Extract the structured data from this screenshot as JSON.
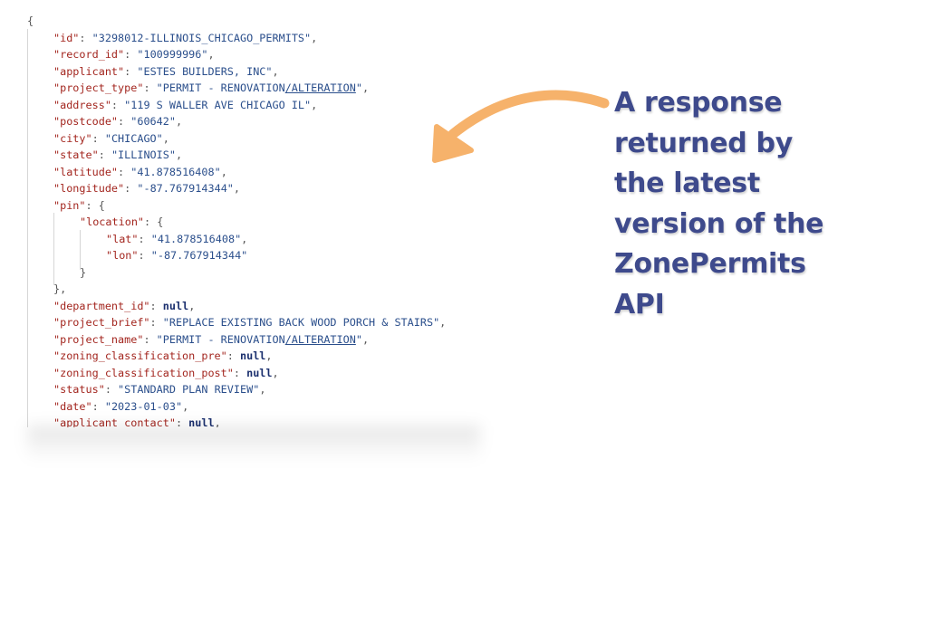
{
  "code_lines": [
    {
      "indent": 0,
      "parts": [
        {
          "t": "p",
          "v": "{"
        }
      ]
    },
    {
      "indent": 1,
      "parts": [
        {
          "t": "k",
          "v": "\"id\""
        },
        {
          "t": "p",
          "v": ": "
        },
        {
          "t": "s",
          "v": "\"3298012-ILLINOIS_CHICAGO_PERMITS\""
        },
        {
          "t": "p",
          "v": ","
        }
      ]
    },
    {
      "indent": 1,
      "parts": [
        {
          "t": "k",
          "v": "\"record_id\""
        },
        {
          "t": "p",
          "v": ": "
        },
        {
          "t": "s",
          "v": "\"100999996\""
        },
        {
          "t": "p",
          "v": ","
        }
      ]
    },
    {
      "indent": 1,
      "parts": [
        {
          "t": "k",
          "v": "\"applicant\""
        },
        {
          "t": "p",
          "v": ": "
        },
        {
          "t": "s",
          "v": "\"ESTES BUILDERS, INC\""
        },
        {
          "t": "p",
          "v": ","
        }
      ]
    },
    {
      "indent": 1,
      "parts": [
        {
          "t": "k",
          "v": "\"project_type\""
        },
        {
          "t": "p",
          "v": ": "
        },
        {
          "t": "s",
          "v": "\"PERMIT - RENOVATION"
        },
        {
          "t": "su",
          "v": "/ALTERATION"
        },
        {
          "t": "s",
          "v": "\""
        },
        {
          "t": "p",
          "v": ","
        }
      ]
    },
    {
      "indent": 1,
      "parts": [
        {
          "t": "k",
          "v": "\"address\""
        },
        {
          "t": "p",
          "v": ": "
        },
        {
          "t": "s",
          "v": "\"119 S WALLER AVE CHICAGO IL\""
        },
        {
          "t": "p",
          "v": ","
        }
      ]
    },
    {
      "indent": 1,
      "parts": [
        {
          "t": "k",
          "v": "\"postcode\""
        },
        {
          "t": "p",
          "v": ": "
        },
        {
          "t": "s",
          "v": "\"60642\""
        },
        {
          "t": "p",
          "v": ","
        }
      ]
    },
    {
      "indent": 1,
      "parts": [
        {
          "t": "k",
          "v": "\"city\""
        },
        {
          "t": "p",
          "v": ": "
        },
        {
          "t": "s",
          "v": "\"CHICAGO\""
        },
        {
          "t": "p",
          "v": ","
        }
      ]
    },
    {
      "indent": 1,
      "parts": [
        {
          "t": "k",
          "v": "\"state\""
        },
        {
          "t": "p",
          "v": ": "
        },
        {
          "t": "s",
          "v": "\"ILLINOIS\""
        },
        {
          "t": "p",
          "v": ","
        }
      ]
    },
    {
      "indent": 1,
      "parts": [
        {
          "t": "k",
          "v": "\"latitude\""
        },
        {
          "t": "p",
          "v": ": "
        },
        {
          "t": "s",
          "v": "\"41.878516408\""
        },
        {
          "t": "p",
          "v": ","
        }
      ]
    },
    {
      "indent": 1,
      "parts": [
        {
          "t": "k",
          "v": "\"longitude\""
        },
        {
          "t": "p",
          "v": ": "
        },
        {
          "t": "s",
          "v": "\"-87.767914344\""
        },
        {
          "t": "p",
          "v": ","
        }
      ]
    },
    {
      "indent": 1,
      "parts": [
        {
          "t": "k",
          "v": "\"pin\""
        },
        {
          "t": "p",
          "v": ": {"
        }
      ]
    },
    {
      "indent": 2,
      "parts": [
        {
          "t": "k",
          "v": "\"location\""
        },
        {
          "t": "p",
          "v": ": {"
        }
      ]
    },
    {
      "indent": 3,
      "parts": [
        {
          "t": "k",
          "v": "\"lat\""
        },
        {
          "t": "p",
          "v": ": "
        },
        {
          "t": "s",
          "v": "\"41.878516408\""
        },
        {
          "t": "p",
          "v": ","
        }
      ]
    },
    {
      "indent": 3,
      "parts": [
        {
          "t": "k",
          "v": "\"lon\""
        },
        {
          "t": "p",
          "v": ": "
        },
        {
          "t": "s",
          "v": "\"-87.767914344\""
        }
      ]
    },
    {
      "indent": 2,
      "parts": [
        {
          "t": "p",
          "v": "}"
        }
      ]
    },
    {
      "indent": 1,
      "parts": [
        {
          "t": "p",
          "v": "},"
        }
      ]
    },
    {
      "indent": 1,
      "parts": [
        {
          "t": "k",
          "v": "\"department_id\""
        },
        {
          "t": "p",
          "v": ": "
        },
        {
          "t": "n",
          "v": "null"
        },
        {
          "t": "p",
          "v": ","
        }
      ]
    },
    {
      "indent": 1,
      "parts": [
        {
          "t": "k",
          "v": "\"project_brief\""
        },
        {
          "t": "p",
          "v": ": "
        },
        {
          "t": "s",
          "v": "\"REPLACE EXISTING BACK WOOD PORCH & STAIRS\""
        },
        {
          "t": "p",
          "v": ","
        }
      ]
    },
    {
      "indent": 1,
      "parts": [
        {
          "t": "k",
          "v": "\"project_name\""
        },
        {
          "t": "p",
          "v": ": "
        },
        {
          "t": "s",
          "v": "\"PERMIT - RENOVATION"
        },
        {
          "t": "su",
          "v": "/ALTERATION"
        },
        {
          "t": "s",
          "v": "\""
        },
        {
          "t": "p",
          "v": ","
        }
      ]
    },
    {
      "indent": 1,
      "parts": [
        {
          "t": "k",
          "v": "\"zoning_classification_pre\""
        },
        {
          "t": "p",
          "v": ": "
        },
        {
          "t": "n",
          "v": "null"
        },
        {
          "t": "p",
          "v": ","
        }
      ]
    },
    {
      "indent": 1,
      "parts": [
        {
          "t": "k",
          "v": "\"zoning_classification_post\""
        },
        {
          "t": "p",
          "v": ": "
        },
        {
          "t": "n",
          "v": "null"
        },
        {
          "t": "p",
          "v": ","
        }
      ]
    },
    {
      "indent": 1,
      "parts": [
        {
          "t": "k",
          "v": "\"status\""
        },
        {
          "t": "p",
          "v": ": "
        },
        {
          "t": "s",
          "v": "\"STANDARD PLAN REVIEW\""
        },
        {
          "t": "p",
          "v": ","
        }
      ]
    },
    {
      "indent": 1,
      "parts": [
        {
          "t": "k",
          "v": "\"date\""
        },
        {
          "t": "p",
          "v": ": "
        },
        {
          "t": "s",
          "v": "\"2023-01-03\""
        },
        {
          "t": "p",
          "v": ","
        }
      ]
    },
    {
      "indent": 1,
      "parts": [
        {
          "t": "k",
          "v": "\"applicant_contact\""
        },
        {
          "t": "p",
          "v": ": "
        },
        {
          "t": "n",
          "v": "null"
        },
        {
          "t": "p",
          "v": ","
        }
      ]
    }
  ],
  "caption": {
    "lines": [
      "A response",
      "returned by",
      "the latest",
      "version of the",
      "ZonePermits",
      "API"
    ]
  },
  "colors": {
    "caption": "#3e4a8c",
    "arrow": "#f6b26b",
    "json_key": "#a3261f",
    "json_string": "#2b4f8c"
  },
  "icons": {
    "arrow": "curved-arrow-icon"
  }
}
